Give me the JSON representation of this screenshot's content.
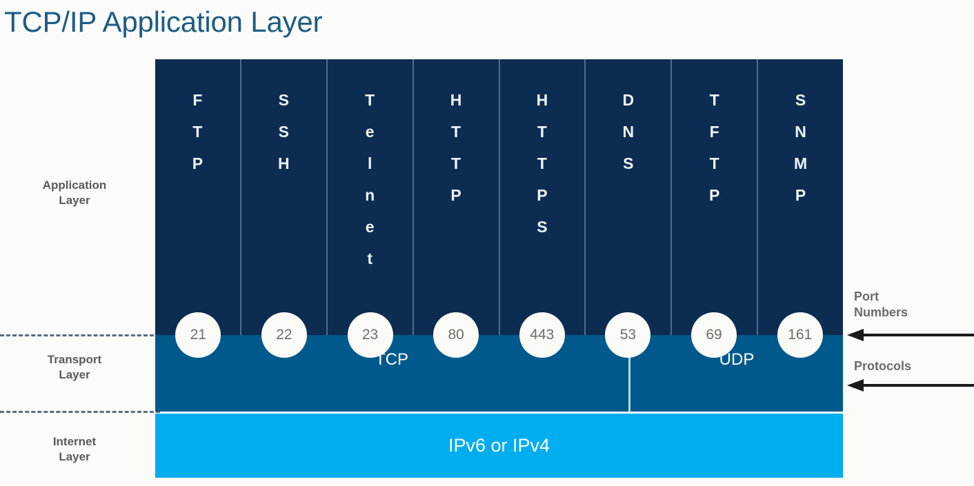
{
  "title": "TCP/IP Application Layer",
  "layers": {
    "application": "Application\nLayer",
    "application_line1": "Application",
    "application_line2": "Layer",
    "transport_line1": "Transport",
    "transport_line2": "Layer",
    "internet_line1": "Internet",
    "internet_line2": "Layer"
  },
  "protocols": [
    {
      "name": "FTP",
      "letters": [
        "F",
        "T",
        "P"
      ],
      "port": "21"
    },
    {
      "name": "SSH",
      "letters": [
        "S",
        "S",
        "H"
      ],
      "port": "22"
    },
    {
      "name": "Telnet",
      "letters": [
        "T",
        "e",
        "l",
        "n",
        "e",
        "t"
      ],
      "port": "23"
    },
    {
      "name": "HTTP",
      "letters": [
        "H",
        "T",
        "T",
        "P"
      ],
      "port": "80"
    },
    {
      "name": "HTTPS",
      "letters": [
        "H",
        "T",
        "T",
        "P",
        "S"
      ],
      "port": "443"
    },
    {
      "name": "DNS",
      "letters": [
        "D",
        "N",
        "S"
      ],
      "port": "53"
    },
    {
      "name": "TFTP",
      "letters": [
        "T",
        "F",
        "T",
        "P"
      ],
      "port": "69"
    },
    {
      "name": "SNMP",
      "letters": [
        "S",
        "N",
        "M",
        "P"
      ],
      "port": "161"
    }
  ],
  "transport": {
    "tcp_label": "TCP",
    "udp_label": "UDP",
    "tcp_protocol_count": 5,
    "udp_protocol_count": 3
  },
  "internet": {
    "label": "IPv6 or IPv4"
  },
  "annotations": {
    "port_numbers_line1": "Port",
    "port_numbers_line2": "Numbers",
    "protocols_label": "Protocols"
  },
  "colors": {
    "background": "#fbfbf9",
    "title": "#1d5c85",
    "application_band": "#0c2c52",
    "column_divider": "#4a6d93",
    "transport_band": "#00598c",
    "internet_band": "#00adef",
    "circle_fill": "#fafaf7",
    "circle_text": "#6d6d6d",
    "caption_text": "#5a5a5a",
    "dash_line": "#5c6b84",
    "arrow": "#1a1a1a"
  }
}
